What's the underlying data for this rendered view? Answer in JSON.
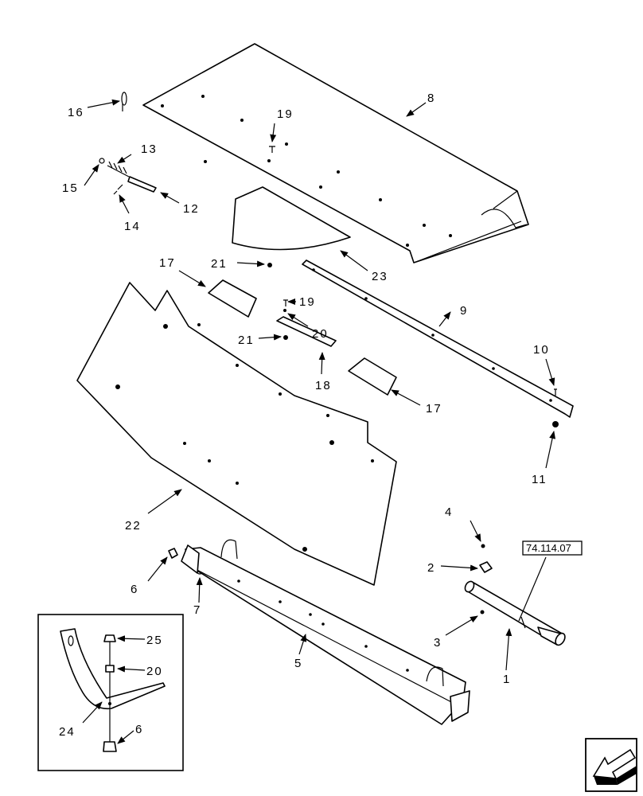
{
  "callouts": {
    "c1": "1",
    "c2": "2",
    "c3": "3",
    "c4": "4",
    "c5": "5",
    "c6": "6",
    "c6b": "6",
    "c7": "7",
    "c8": "8",
    "c9": "9",
    "c10": "10",
    "c11": "11",
    "c12": "12",
    "c13": "13",
    "c14": "14",
    "c15": "15",
    "c16": "16",
    "c17a": "17",
    "c17b": "17",
    "c18": "18",
    "c19a": "19",
    "c19b": "19",
    "c20a": "20",
    "c20b": "20",
    "c21a": "21",
    "c21b": "21",
    "c22": "22",
    "c23": "23",
    "c24": "24",
    "c25": "25"
  },
  "reference": "74.114.07",
  "nav_icon": "previous-page-arrow-icon"
}
